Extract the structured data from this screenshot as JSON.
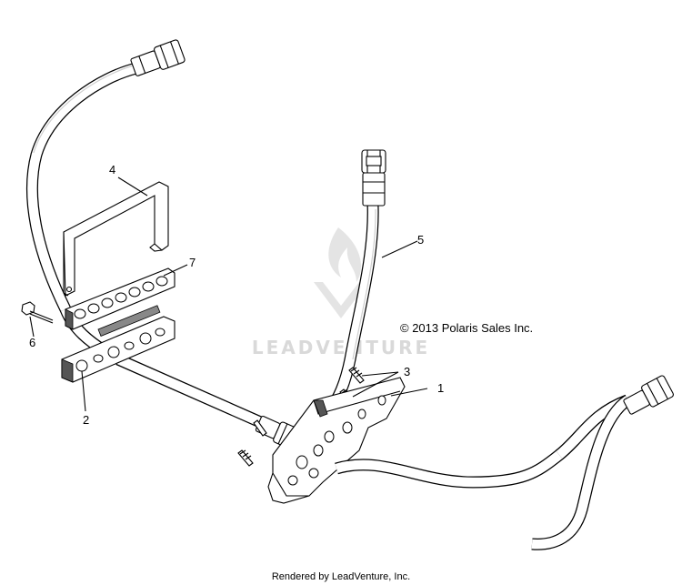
{
  "callouts": [
    {
      "id": "1",
      "label": "1"
    },
    {
      "id": "2",
      "label": "2"
    },
    {
      "id": "3",
      "label": "3"
    },
    {
      "id": "4",
      "label": "4"
    },
    {
      "id": "5",
      "label": "5"
    },
    {
      "id": "6",
      "label": "6"
    },
    {
      "id": "7",
      "label": "7"
    }
  ],
  "copyright": "© 2013 Polaris Sales Inc.",
  "watermark": "LEADVENTURE",
  "footer": "Rendered by LeadVenture, Inc.",
  "colors": {
    "line": "#000000",
    "watermark": "#d9d9d9",
    "background": "#ffffff"
  }
}
